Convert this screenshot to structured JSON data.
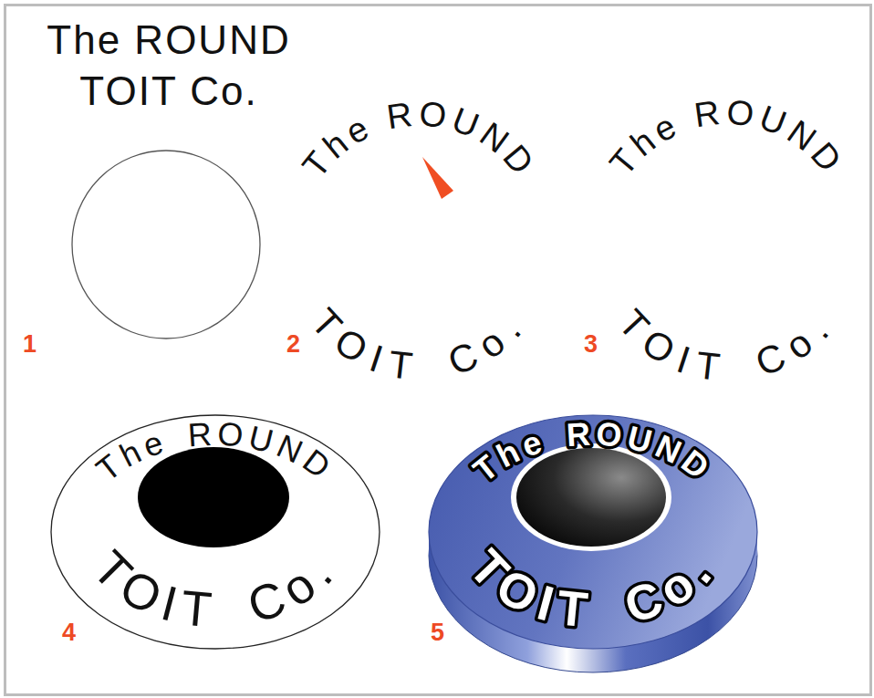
{
  "diagram": {
    "nodes": [
      {
        "text": [
          "The ROUND",
          "TOIT Co."
        ]
      },
      {
        "text": [
          "The ROUND",
          "TOIT Co."
        ]
      }
    ],
    "labels": [
      "The ROUND TOIT Co.",
      "1",
      "The ROUND",
      "TOIT Co.",
      "2",
      "The ROUND",
      "TOIT Co.",
      "3",
      "4",
      "5"
    ]
  }
}
